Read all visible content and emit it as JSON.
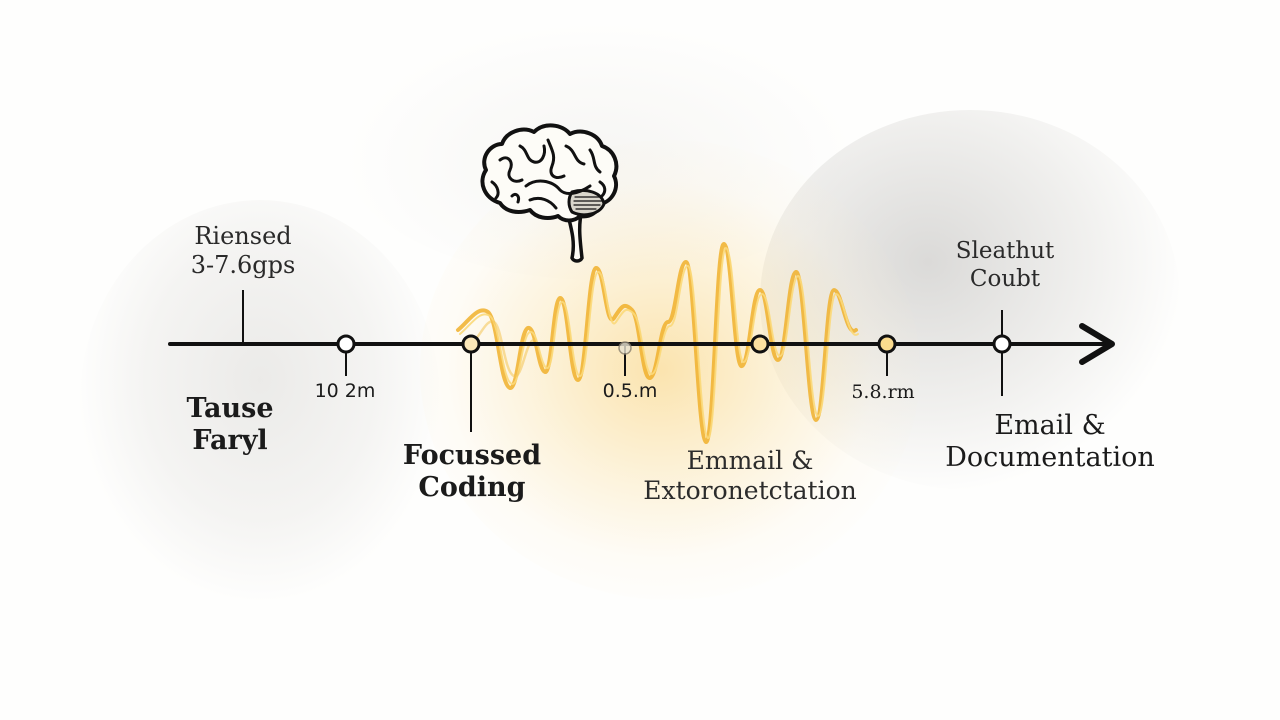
{
  "diagram": {
    "type": "timeline",
    "accent_color": "#f2b531",
    "line_color": "#111111",
    "icons": {
      "top": "brain-icon",
      "end": "arrow-right-icon",
      "wave": "brainwave-signal"
    },
    "upper_labels": {
      "left": {
        "line1": "Riensed",
        "line2": "3-7.6gps"
      },
      "right": {
        "line1": "Sleathut",
        "line2": "Coubt"
      }
    },
    "markers": [
      {
        "label": "10 2m"
      },
      {
        "label": "0.5.m"
      },
      {
        "label": "5.8.rm"
      }
    ],
    "phases": [
      {
        "line1": "Tause",
        "line2": "Faryl"
      },
      {
        "line1": "Focussed",
        "line2": "Coding"
      },
      {
        "line1": "Emmail &",
        "line2": "Extoronetctation"
      },
      {
        "line1": "Email &",
        "line2": "Documentation"
      }
    ]
  }
}
